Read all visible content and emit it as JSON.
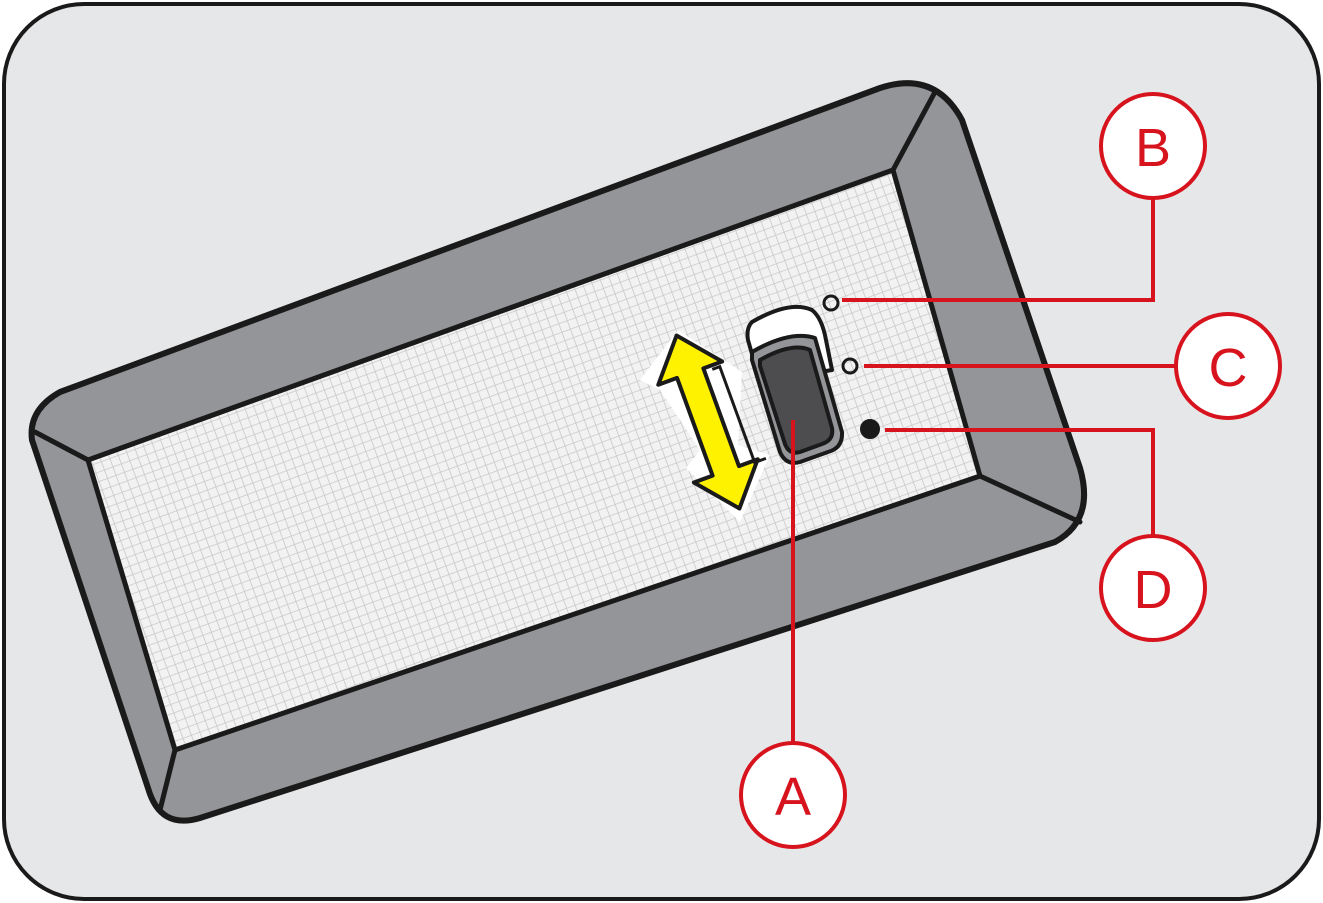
{
  "colors": {
    "panel_background": "#e6e7e9",
    "frame": "#939598",
    "grid_panel": "#f2f2f2",
    "grid_lines": "#c8c8c8",
    "outline": "#1a1a1a",
    "switch_body": "#4d4d4f",
    "arrow_yellow": "#fff200",
    "callout_red": "#d7141e"
  },
  "icons": {
    "direction_arrow": "double-headed-arrow-icon",
    "indicator_b": "open-circle-icon",
    "indicator_c": "open-circle-icon",
    "indicator_d": "filled-circle-icon"
  },
  "callouts": {
    "a": {
      "letter": "A",
      "target": "slide-switch"
    },
    "b": {
      "letter": "B",
      "target": "indicator-b"
    },
    "c": {
      "letter": "C",
      "target": "indicator-c"
    },
    "d": {
      "letter": "D",
      "target": "indicator-d"
    }
  }
}
